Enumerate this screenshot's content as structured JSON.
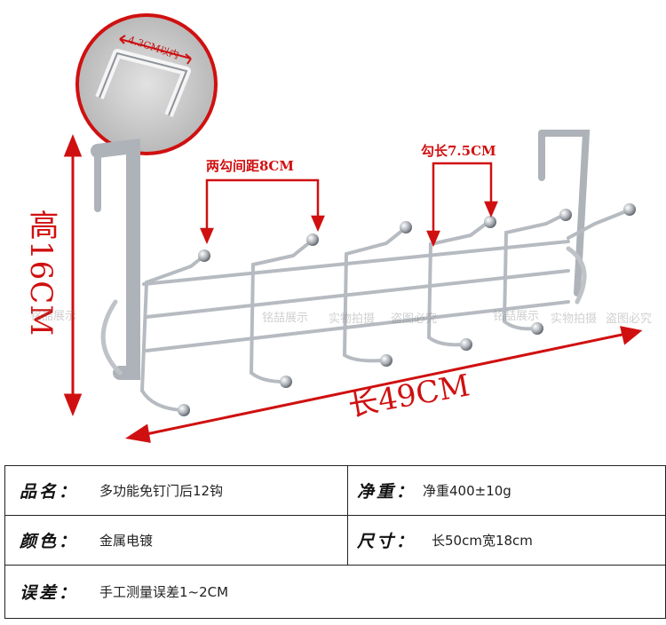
{
  "annotations": {
    "height": "高16CM",
    "length": "长49CM",
    "hook_spacing": "两勾间距8CM",
    "hook_length": "勾长7.5CM",
    "door_gap": "4.3CM以内"
  },
  "watermarks": [
    "铭喆展示",
    "实物拍摄",
    "盗图必究",
    "铭喆展示",
    "实物拍摄",
    "盗图必究"
  ],
  "specs": [
    {
      "key": "品名：",
      "value": "多功能免钉门后12钩"
    },
    {
      "key": "净重：",
      "value": "净重400±10g"
    },
    {
      "key": "颜色：",
      "value": "金属电镀"
    },
    {
      "key": "尺寸：",
      "value": "长50cm宽18cm"
    },
    {
      "key": "误差：",
      "value": "手工测量误差1~2CM"
    }
  ],
  "colors": {
    "annotation": "#d01010",
    "metal": "#c8ccd2",
    "circle_bg": "#c9c9c9"
  }
}
